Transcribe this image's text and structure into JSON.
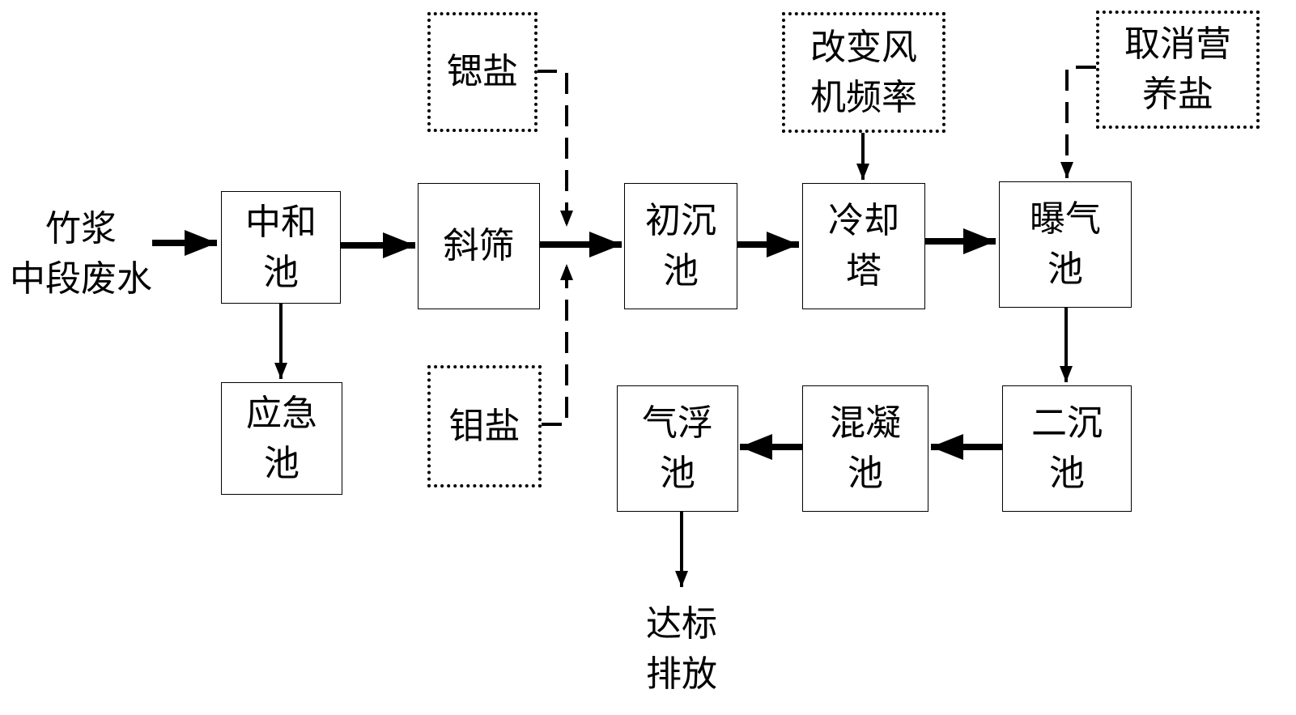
{
  "input": {
    "line1": "竹浆",
    "line2": "中段废水"
  },
  "output": {
    "line1": "达标",
    "line2": "排放"
  },
  "process": {
    "neutralization": {
      "line1": "中和",
      "line2": "池"
    },
    "emergency": {
      "line1": "应急",
      "line2": "池"
    },
    "inclined_screen": {
      "line1": "斜筛",
      "line2": ""
    },
    "primary_settling": {
      "line1": "初沉",
      "line2": "池"
    },
    "cooling_tower": {
      "line1": "冷却",
      "line2": "塔"
    },
    "aeration": {
      "line1": "曝气",
      "line2": "池"
    },
    "secondary_settling": {
      "line1": "二沉",
      "line2": "池"
    },
    "coagulation": {
      "line1": "混凝",
      "line2": "池"
    },
    "flotation": {
      "line1": "气浮",
      "line2": "池"
    }
  },
  "additions": {
    "strontium_salt": {
      "line1": "锶盐",
      "line2": ""
    },
    "molybdenum_salt": {
      "line1": "钼盐",
      "line2": ""
    },
    "fan_frequency": {
      "line1": "改变风",
      "line2": "机频率"
    },
    "cancel_nutrient": {
      "line1": "取消营",
      "line2": "养盐"
    }
  }
}
